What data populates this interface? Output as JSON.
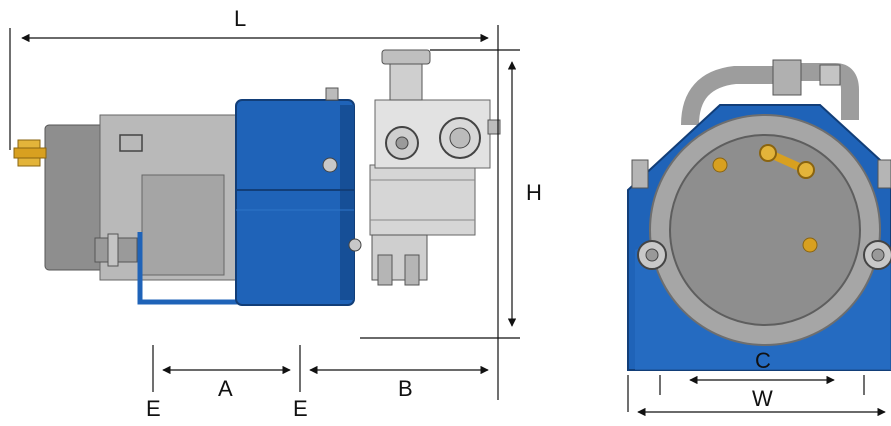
{
  "labels": {
    "L": "L",
    "H": "H",
    "A": "A",
    "B": "B",
    "E_left": "E",
    "E_right": "E",
    "C": "C",
    "W": "W"
  },
  "colors": {
    "blue": "#1f63b8",
    "blue_dark": "#123e78",
    "grey_light": "#d6d6d6",
    "grey_mid": "#a8a8a8",
    "grey_dark": "#7a7a7a",
    "brass": "#d8a020",
    "line": "#111111"
  }
}
